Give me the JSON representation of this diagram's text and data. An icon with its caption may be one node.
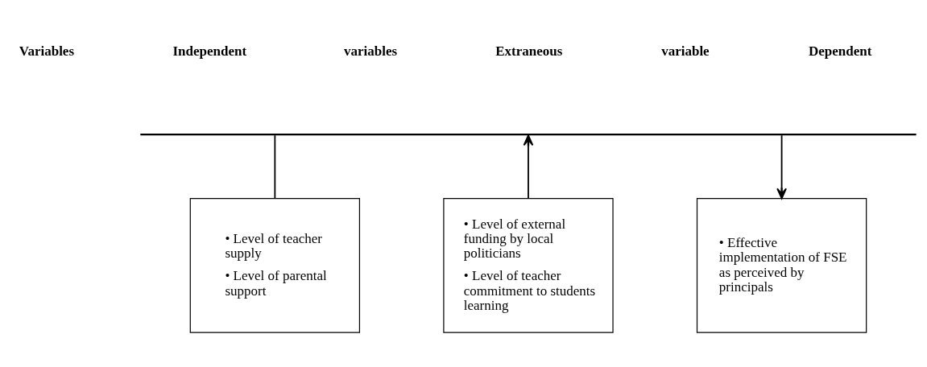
{
  "diagram": {
    "nodes": [
      {
        "text": [],
        "shape": "bar"
      },
      {
        "text": [
          "• Level of teacher supply",
          "• Level of parental support"
        ]
      },
      {
        "text": [
          "• Level of external funding by local politicians",
          "• Level of teacher commitment to students  learning"
        ]
      },
      {
        "text": [
          "• Effective implementation of FSE as perceived by principals"
        ]
      }
    ],
    "edges": [
      {
        "from": 0,
        "to": 1,
        "arrow": "none"
      },
      {
        "from": 2,
        "to": 0,
        "arrow": "to"
      },
      {
        "from": 0,
        "to": 3,
        "arrow": "to"
      }
    ],
    "labels": [
      "Variables",
      "Independent",
      "variables",
      "Extraneous",
      "variable",
      "Dependent"
    ]
  }
}
